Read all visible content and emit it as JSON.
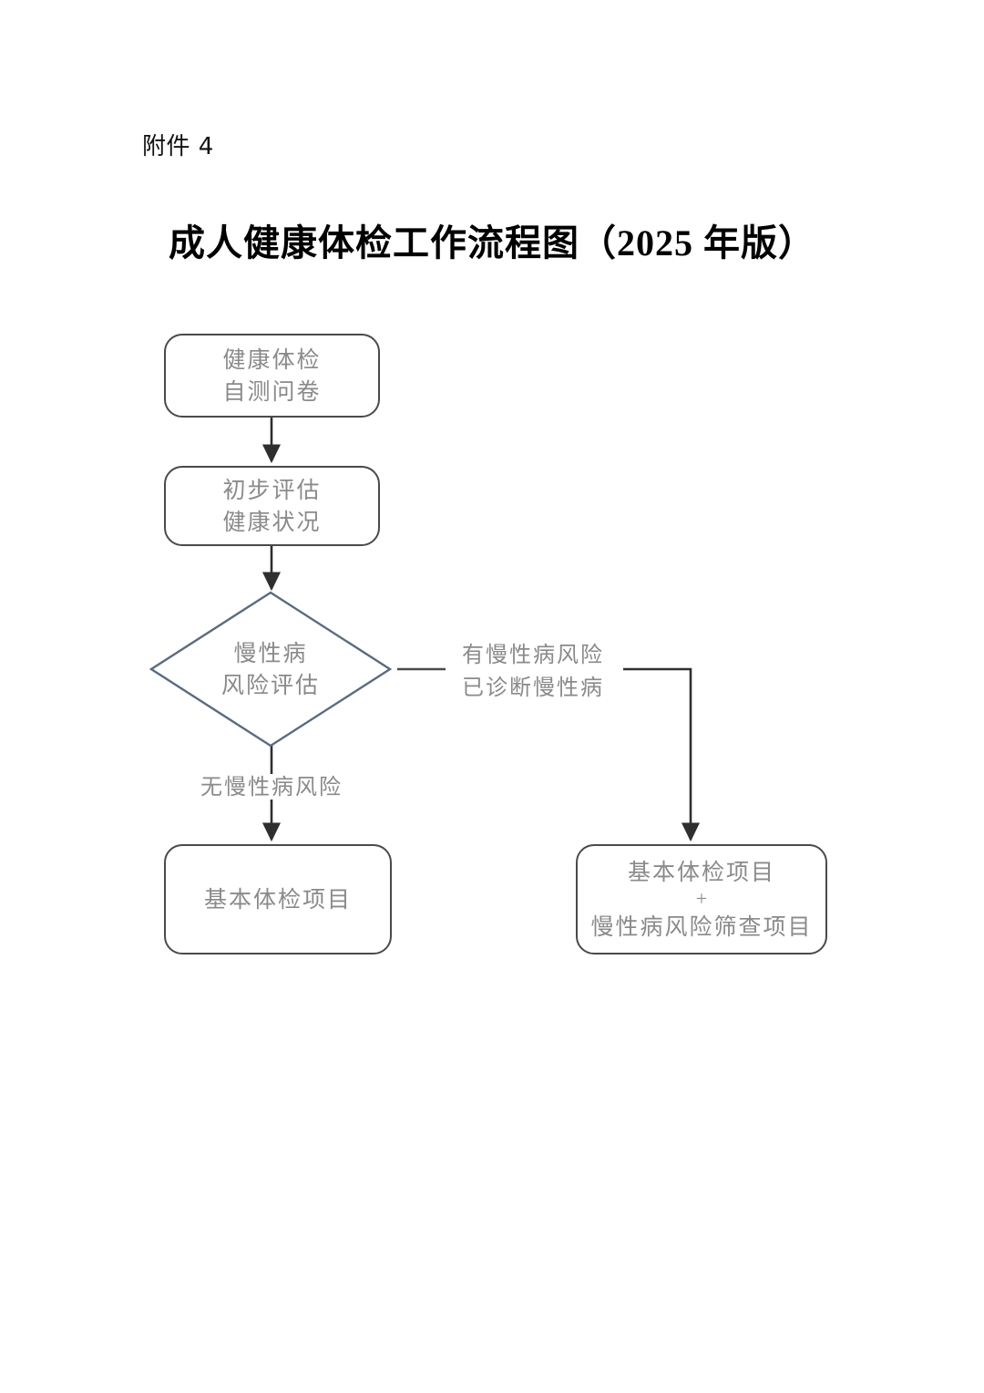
{
  "document": {
    "attachment_label": "附件 4",
    "title": "成人健康体检工作流程图（2025 年版）"
  },
  "flowchart": {
    "nodes": {
      "questionnaire": {
        "shape": "rounded-rect",
        "line1": "健康体检",
        "line2": "自测问卷"
      },
      "assessment": {
        "shape": "rounded-rect",
        "line1": "初步评估",
        "line2": "健康状况"
      },
      "risk_decision": {
        "shape": "diamond",
        "line1": "慢性病",
        "line2": "风险评估"
      },
      "basic_items": {
        "shape": "rounded-rect",
        "line1": "基本体检项目"
      },
      "basic_plus_screening": {
        "shape": "rounded-rect",
        "line1": "基本体检项目",
        "line2": "+",
        "line3": "慢性病风险筛查项目"
      }
    },
    "edge_labels": {
      "no_risk": "无慢性病风险",
      "has_risk_line1": "有慢性病风险",
      "has_risk_line2": "已诊断慢性病"
    },
    "colors": {
      "box_border": "#4a4a4a",
      "diamond_border": "#5a6a80",
      "node_text": "#8a8a8a",
      "connector": "#3a3a3a",
      "title_text": "#000000",
      "background": "#ffffff"
    }
  }
}
